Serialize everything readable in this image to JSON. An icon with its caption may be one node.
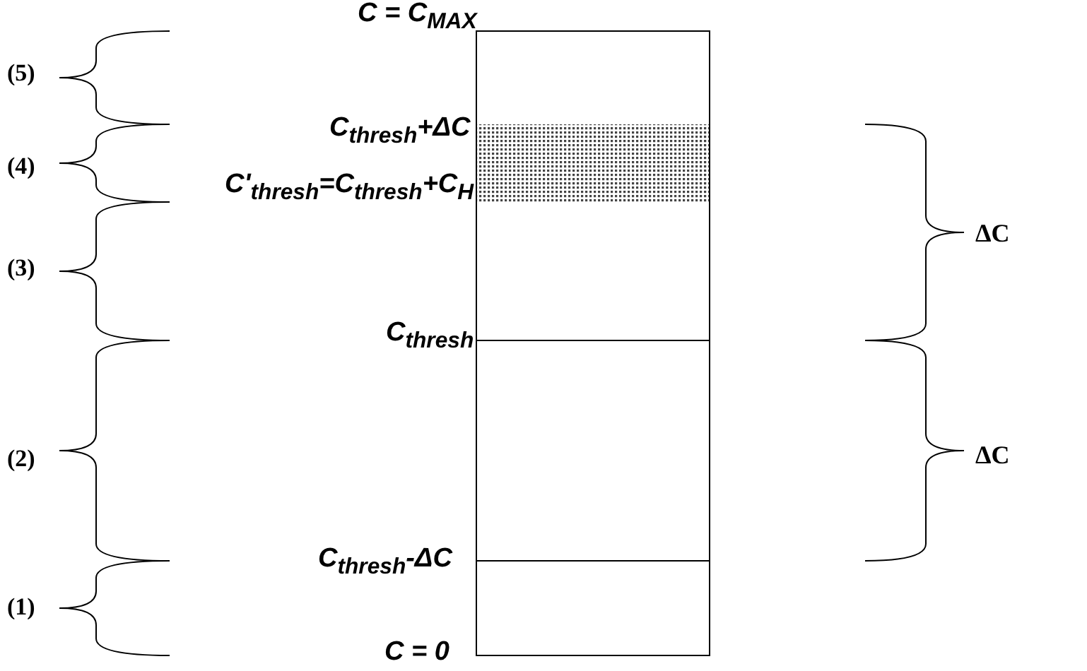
{
  "diagram": {
    "labels": [
      "C = C$_{MAX}$",
      "(5)",
      "C$_{thresh}$+ΔC",
      "(4)",
      "C'$_{thresh}$=C$_{thresh}$+C$_{H}$",
      "ΔC",
      "(3)",
      "C$_{thresh}$",
      "(2)",
      "ΔC",
      "C$_{thresh}$-ΔC",
      "(1)",
      "C = 0"
    ]
  }
}
